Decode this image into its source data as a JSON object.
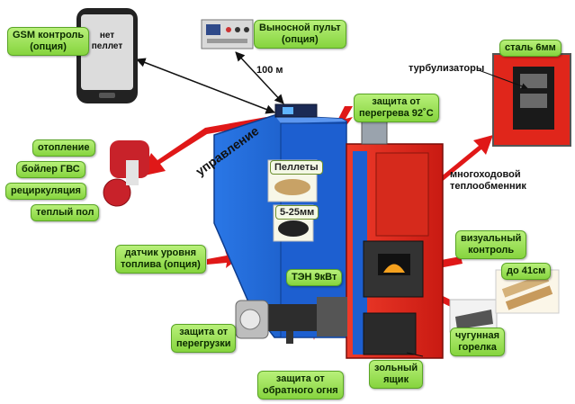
{
  "labels": {
    "gsm": [
      "GSM контроль",
      "(опция)"
    ],
    "phone_screen": [
      "нет",
      "пеллет"
    ],
    "remote": [
      "Выносной пульт",
      "(опция)"
    ],
    "distance": "100 м",
    "overheat": [
      "защита от",
      "перегрева 92˚С"
    ],
    "steel": "сталь 6мм",
    "turbulizers": "турбулизаторы",
    "heat_exchanger": [
      "многоходовой",
      "теплообменник"
    ],
    "pump_outputs": [
      "отопление",
      "бойлер ГВС",
      "рециркуляция",
      "теплый пол"
    ],
    "control": "управление",
    "pellets": "Пеллеты",
    "pellet_size": "5-25мм",
    "fuel_sensor": [
      "датчик уровня",
      "топлива (опция)"
    ],
    "ten": "ТЭН 9кВт",
    "visual": [
      "визуальный",
      "контроль"
    ],
    "size": "до 41см",
    "overload": [
      "защита от",
      "перегрузки"
    ],
    "burner": [
      "чугунная",
      "горелка"
    ],
    "backfire": [
      "защита от",
      "обратного огня"
    ],
    "ash": [
      "зольный",
      "ящик"
    ]
  },
  "colors": {
    "label_green": "#9be25a",
    "hopper_blue": "#1e64d6",
    "boiler_red": "#e0261b",
    "arrow_red": "#e01818"
  }
}
